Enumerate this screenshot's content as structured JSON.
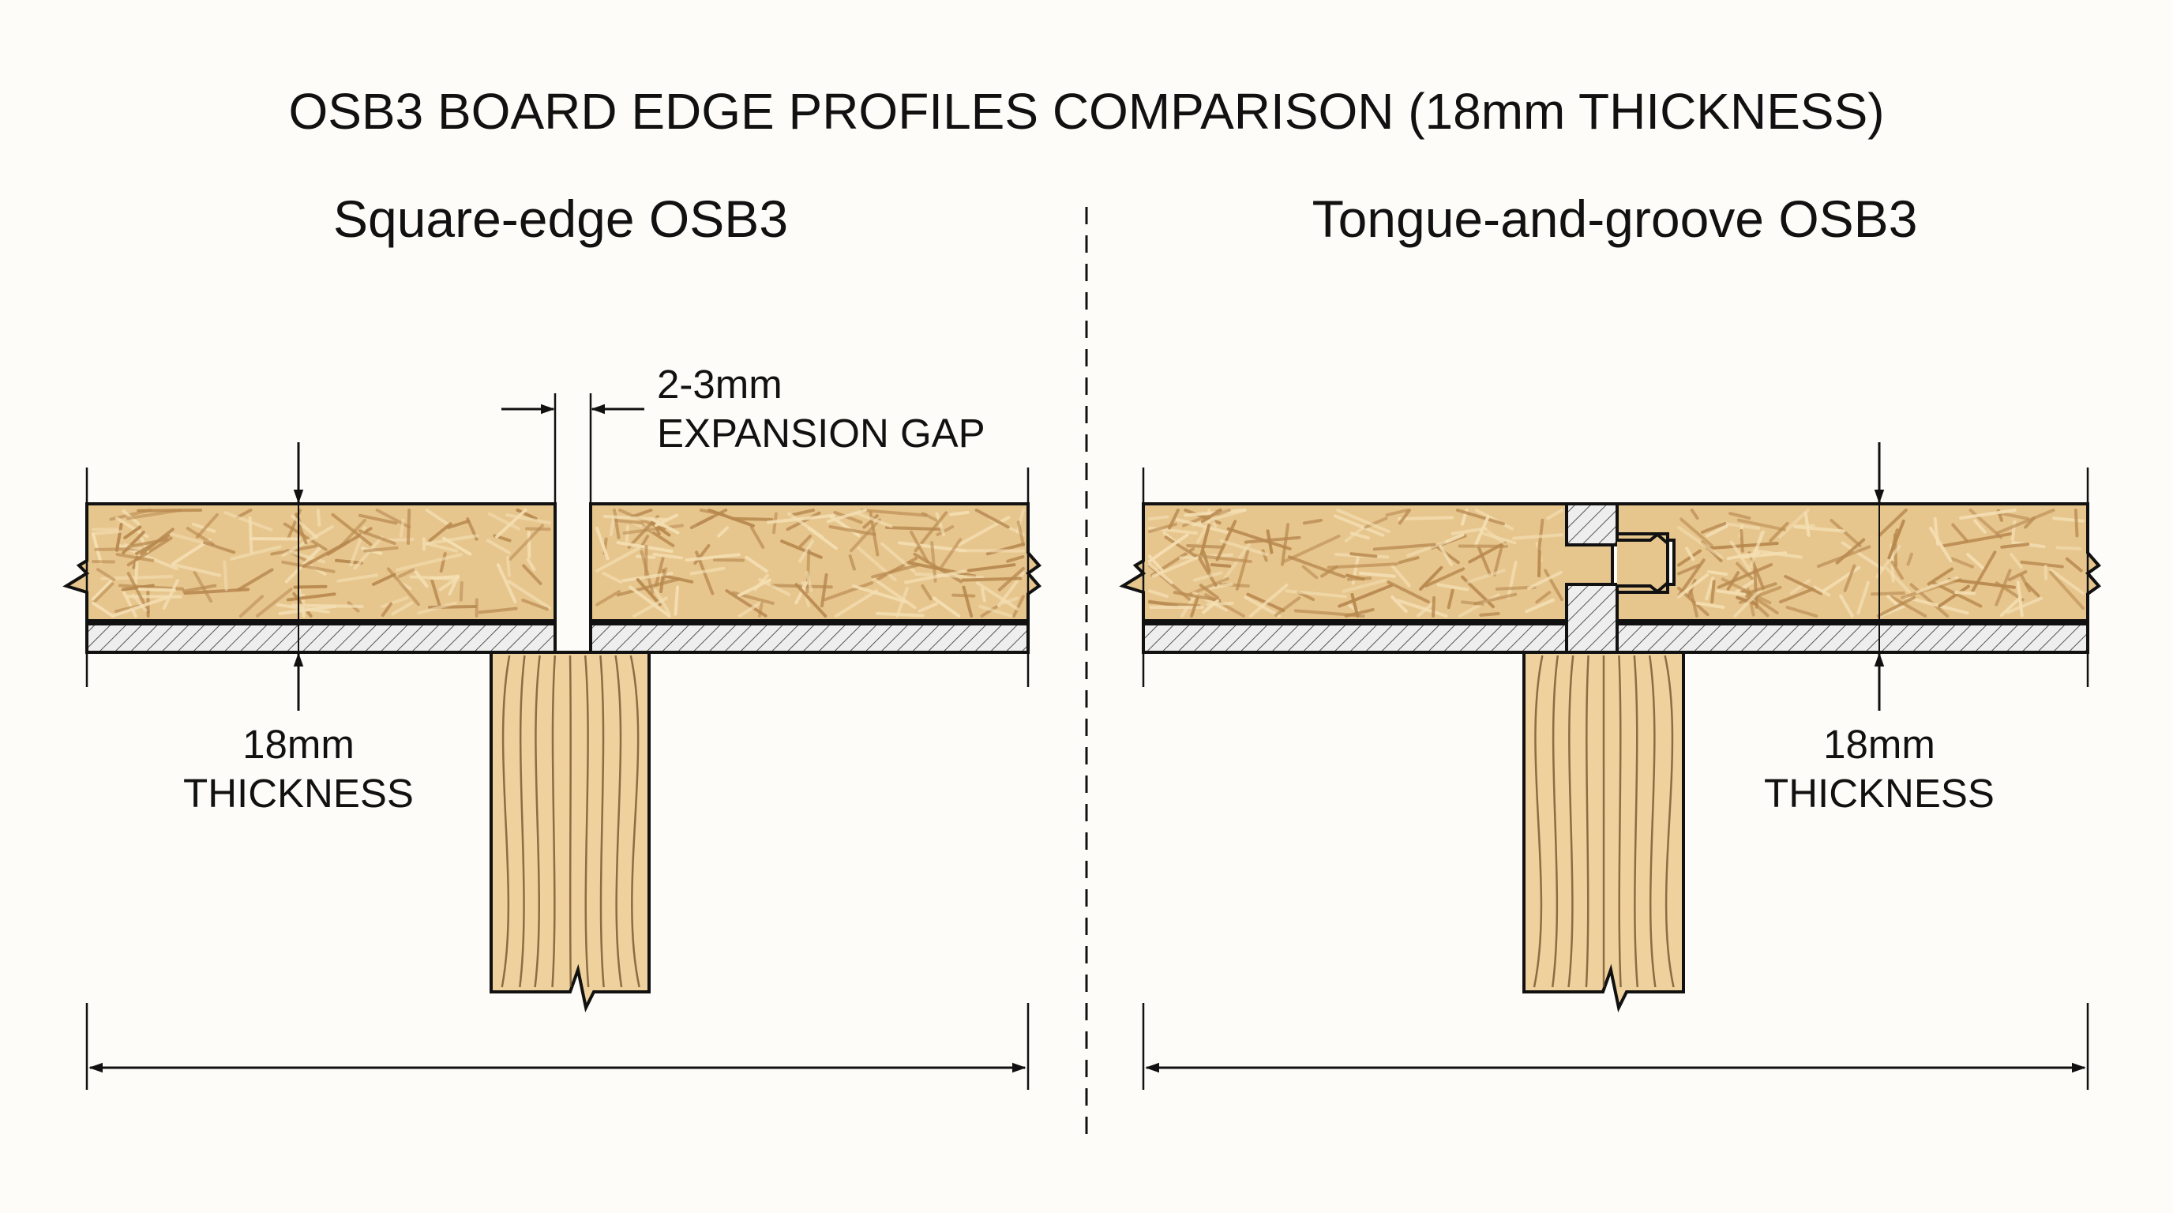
{
  "title": "OSB3 BOARD EDGE PROFILES COMPARISON (18mm THICKNESS)",
  "left_panel": {
    "heading": "Square-edge OSB3",
    "gap_label_line1": "2-3mm",
    "gap_label_line2": "EXPANSION GAP",
    "thickness_label_line1": "18mm",
    "thickness_label_line2": "THICKNESS"
  },
  "right_panel": {
    "heading": "Tongue-and-groove OSB3",
    "thickness_label_line1": "18mm",
    "thickness_label_line2": "THICKNESS"
  },
  "colors": {
    "background": "#fdfcf8",
    "osb_base": "#e7c68e",
    "osb_flake_dark": "#b8894f",
    "osb_flake_light": "#f4dfb3",
    "joist": "#efd19e",
    "hatch_band": "#eeeeee",
    "line": "#111111"
  }
}
